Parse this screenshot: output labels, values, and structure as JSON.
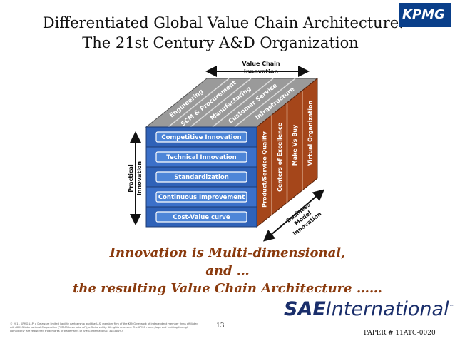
{
  "slide": {
    "title_line1": "Differentiated Global Value Chain Architecture:",
    "title_line2": "The 21st Century A&D Organization",
    "logo_text": "KPMG",
    "tagline_line1": "Innovation is Multi-dimensional,",
    "tagline_line2": "and …",
    "tagline_line3": "the resulting Value Chain Architecture ……",
    "page_number": "13",
    "paper_id": "PAPER # 11ATC-0020",
    "sae_logo_bold": "SAE",
    "sae_logo_text": "International",
    "sae_logo_tm": "™",
    "footer_legal": "© 2011 KPMG LLP, a Delaware limited liability partnership and the U.S. member firm of the KPMG network of independent member firms affiliated with KPMG International Cooperative (\"KPMG International\"), a Swiss entity. All rights reserved. The KPMG name, logo and \"cutting through complexity\" are registered trademarks or trademarks of KPMG International. 31836NYO"
  },
  "diagram": {
    "top_axis_label_line1": "Value Chain",
    "top_axis_label_line2": "Innovation",
    "left_axis_label_line1": "Practical",
    "left_axis_label_line2": "Innovation",
    "bottom_axis_label_line1": "Business",
    "bottom_axis_label_line2": "Model",
    "bottom_axis_label_line3": "Innovation",
    "front_rows": [
      "Competitive Innovation",
      "Technical Innovation",
      "Standardization",
      "Continuous Improvement",
      "Cost-Value curve"
    ],
    "top_columns": [
      "Engineering",
      "SCM & Procurement",
      "Manufacturing",
      "Customer Service",
      "Infrastructure"
    ],
    "side_columns": [
      "Product/Service Quality",
      "Centers of Excellence",
      "Make Vs Buy",
      "Virtual Organization"
    ],
    "colors": {
      "front": "#3a6fc4",
      "top": "#8c8c8c",
      "side": "#a5461a",
      "arrow": "#111111"
    }
  }
}
